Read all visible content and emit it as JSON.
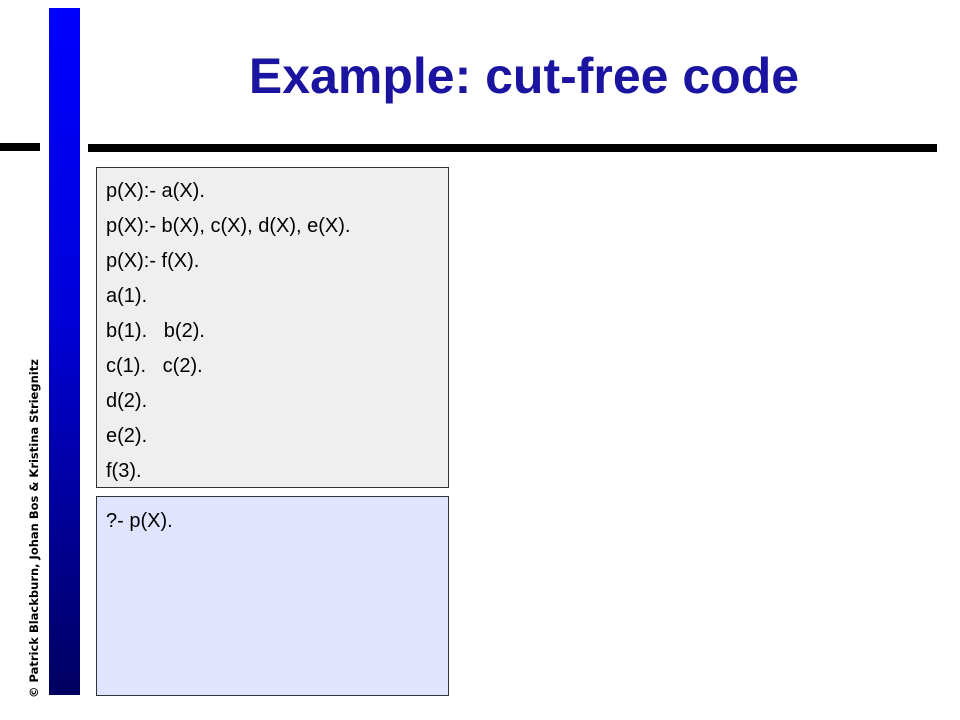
{
  "slide": {
    "title": "Example: cut-free code",
    "copyright": "© Patrick Blackburn, Johan Bos & Kristina Striegnitz",
    "program_lines": [
      "p(X):- a(X).",
      "p(X):- b(X), c(X), d(X), e(X).",
      "p(X):- f(X).",
      "a(1).",
      "b(1).   b(2).",
      "c(1).   c(2).",
      "d(2).",
      "e(2).",
      "f(3)."
    ],
    "query": "?- p(X)."
  },
  "colors": {
    "title": "#1a14a0",
    "left_bar_top": "#0000ff",
    "left_bar_bottom": "#000060",
    "program_box_bg": "#efefef",
    "query_box_bg": "#e1e4ff",
    "rule": "#000000"
  }
}
